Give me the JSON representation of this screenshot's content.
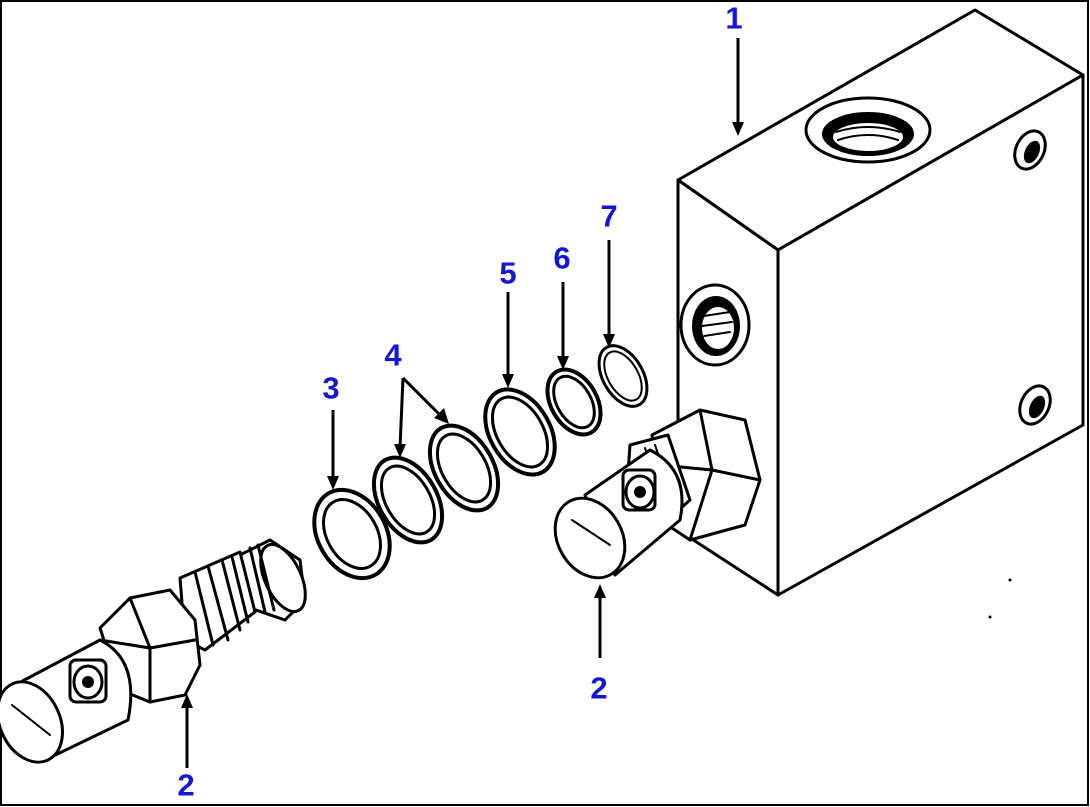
{
  "callouts": {
    "c1": "1",
    "c2_left": "2",
    "c2_right": "2",
    "c3": "3",
    "c4": "4",
    "c5": "5",
    "c6": "6",
    "c7": "7"
  },
  "colors": {
    "callout_text": "#1515d8",
    "line": "#000000",
    "background": "#ffffff"
  }
}
